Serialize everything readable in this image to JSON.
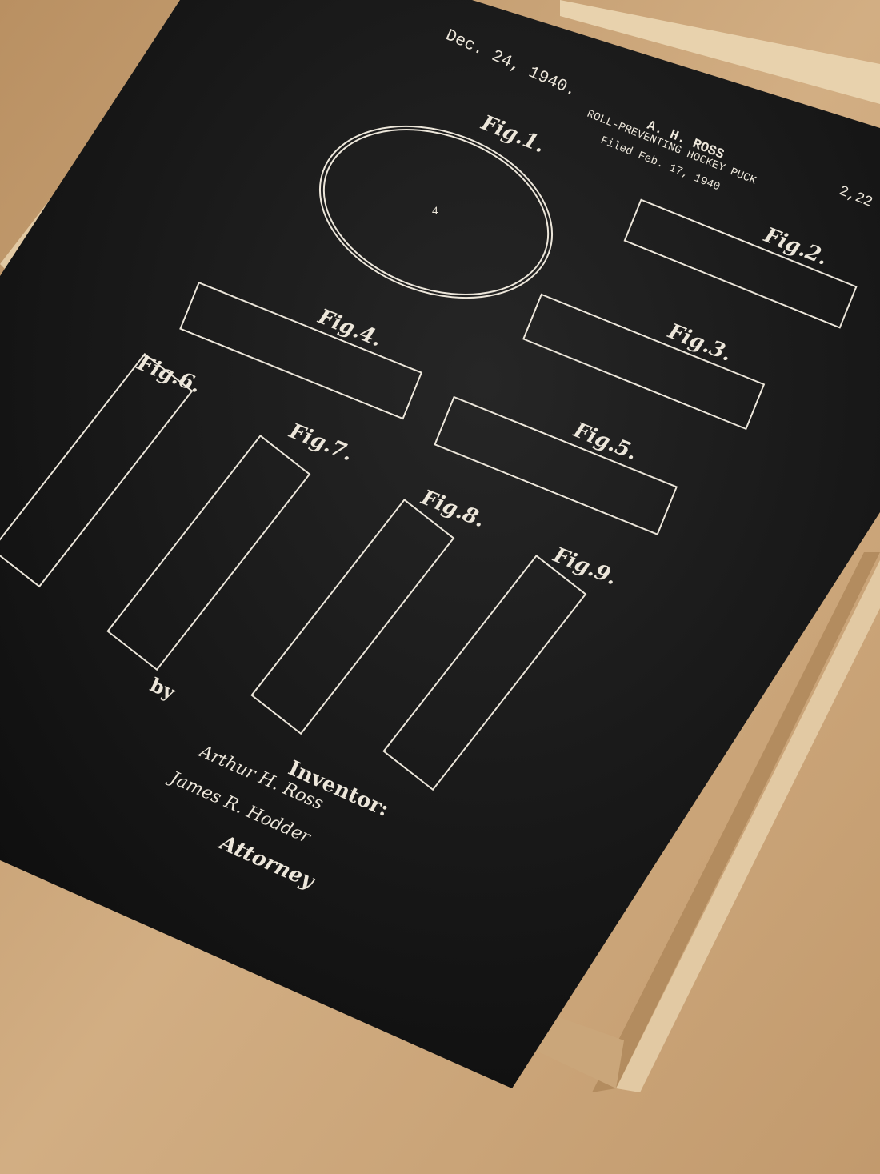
{
  "poster": {
    "date": "Dec. 24, 1940.",
    "inventor_name": "A. H. ROSS",
    "title": "ROLL-PREVENTING HOCKEY PUCK",
    "filed": "Filed Feb. 17, 1940",
    "patent_number_partial": "2,22",
    "figures": [
      "Fig.1.",
      "Fig.2.",
      "Fig.3.",
      "Fig.4.",
      "Fig.5.",
      "Fig.6.",
      "Fig.7.",
      "Fig.8.",
      "Fig.9."
    ],
    "signature_block": {
      "inventor_label": "Inventor:",
      "inventor_signature": "Arthur H. Ross",
      "by": "by",
      "attorney_signature": "James R. Hodder",
      "attorney_label": "Attorney"
    }
  },
  "colors": {
    "poster_background": "#141414",
    "ink": "#ece6da",
    "wood": "#c9a57a",
    "frame": "#dcc19a"
  }
}
